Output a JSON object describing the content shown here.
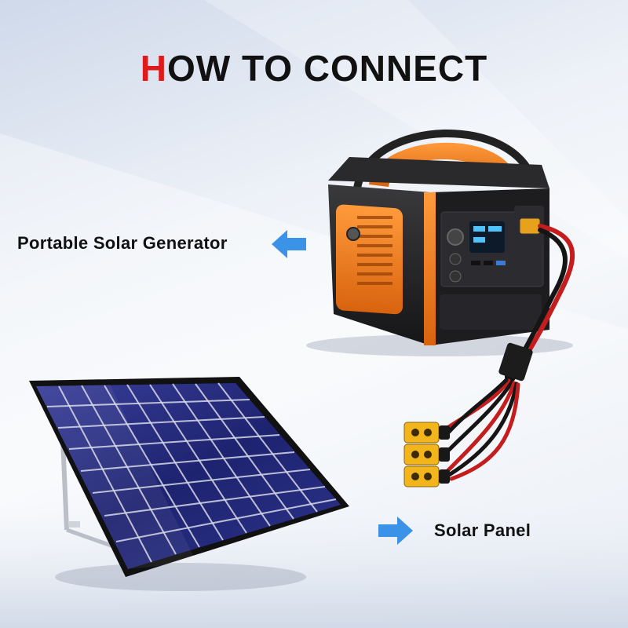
{
  "title": {
    "first_letter": "H",
    "rest": "OW TO CONNECT"
  },
  "labels": {
    "generator": "Portable Solar Generator",
    "panel": "Solar Panel"
  },
  "colors": {
    "accent": "#e01a1a",
    "arrow": "#3b93e8",
    "generator_orange": "#f07a1a",
    "panel_cell": "#23297a"
  },
  "icons": [
    "arrow-left-icon",
    "arrow-right-icon"
  ]
}
